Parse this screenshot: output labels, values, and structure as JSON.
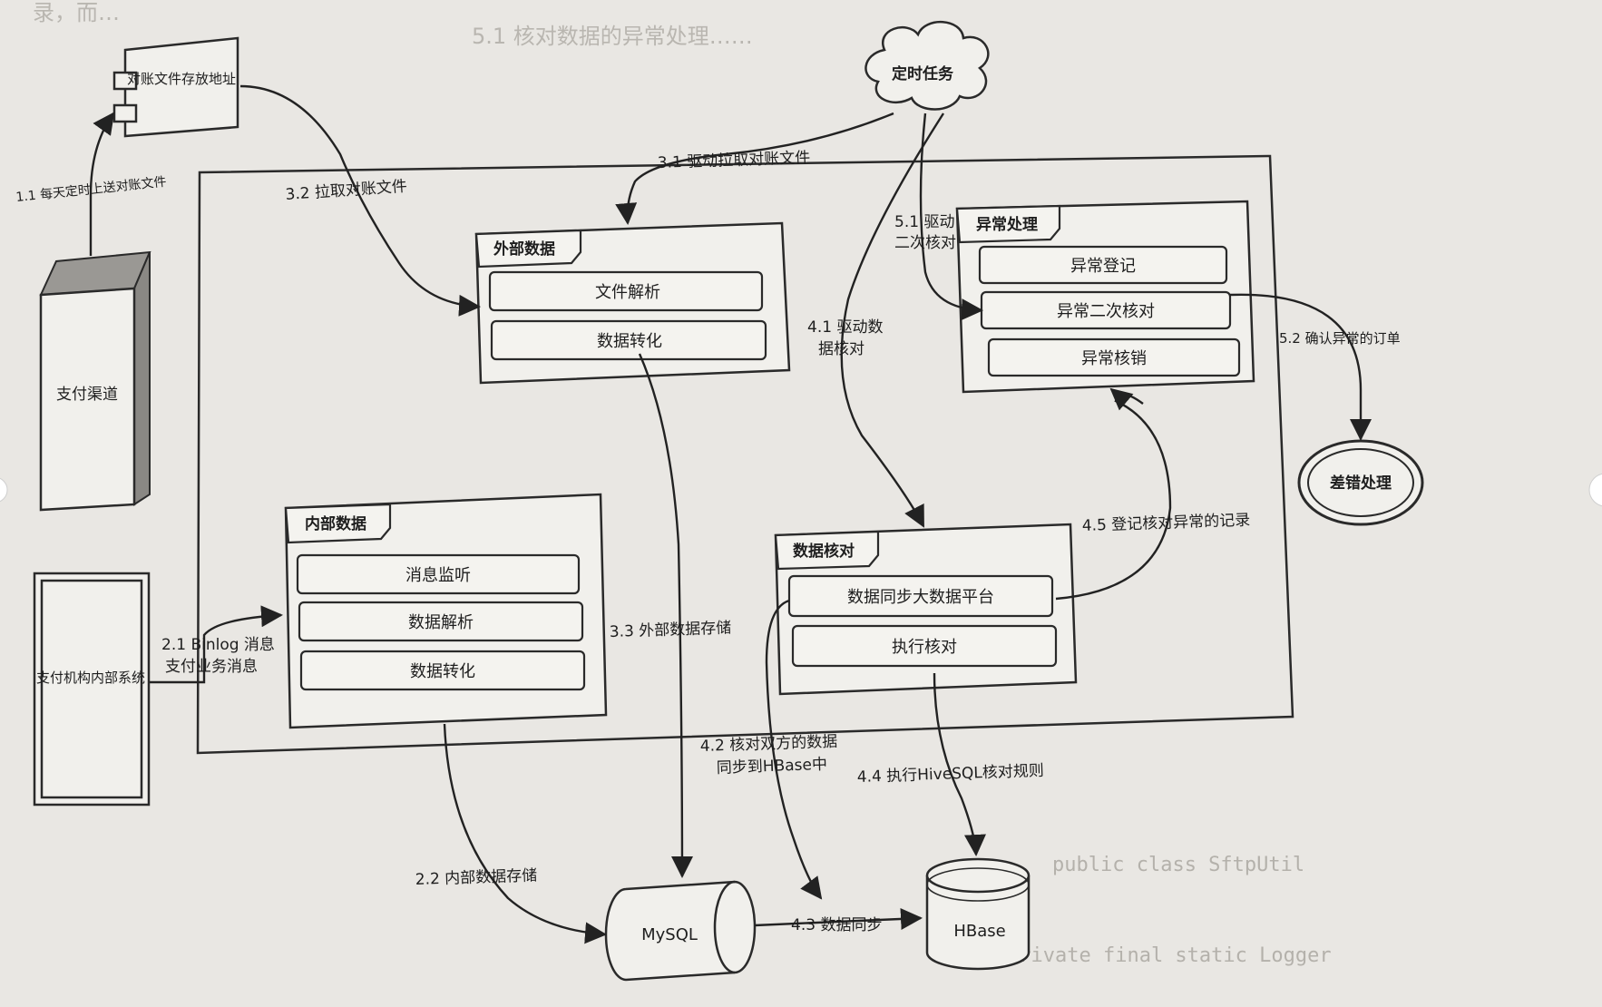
{
  "nodes": {
    "reconcile_file_address": "对账文件存放地址",
    "scheduled_task": "定时任务",
    "payment_channel": "支付渠道",
    "payment_internal_system": "支付机构内部系统",
    "external_data": {
      "title": "外部数据",
      "items": [
        "文件解析",
        "数据转化"
      ]
    },
    "internal_data": {
      "title": "内部数据",
      "items": [
        "消息监听",
        "数据解析",
        "数据转化"
      ]
    },
    "exception_handling": {
      "title": "异常处理",
      "items": [
        "异常登记",
        "异常二次核对",
        "异常核销"
      ]
    },
    "data_reconciliation": {
      "title": "数据核对",
      "items": [
        "数据同步大数据平台",
        "执行核对"
      ]
    },
    "error_handling": "差错处理",
    "mysql": "MySQL",
    "hbase": "HBase"
  },
  "edges": {
    "e11": "1.1 每天定时上送对账文件",
    "e21": "2.1 Binlog 消息",
    "e21b": "支付业务消息",
    "e22": "2.2 内部数据存储",
    "e31": "3.1 驱动拉取对账文件",
    "e32": "3.2 拉取对账文件",
    "e33": "3.3 外部数据存储",
    "e41a": "4.1 驱动数",
    "e41b": "据核对",
    "e42a": "4.2 核对双方的数据",
    "e42b": "同步到HBase中",
    "e43": "4.3 数据同步",
    "e44": "4.4 执行HiveSQL核对规则",
    "e45": "4.5 登记核对异常的记录",
    "e51a": "5.1 驱动",
    "e51b": "二次核对",
    "e52": "5.2 确认异常的订单"
  },
  "background_text": {
    "top_left": "录，而…",
    "heading": "5.1 核对数据的异常处理……",
    "mono1": "public class SftpUtil",
    "mono2": "private final static Logger"
  },
  "colors": {
    "paper": "#e9e7e3",
    "ink": "#222222"
  }
}
